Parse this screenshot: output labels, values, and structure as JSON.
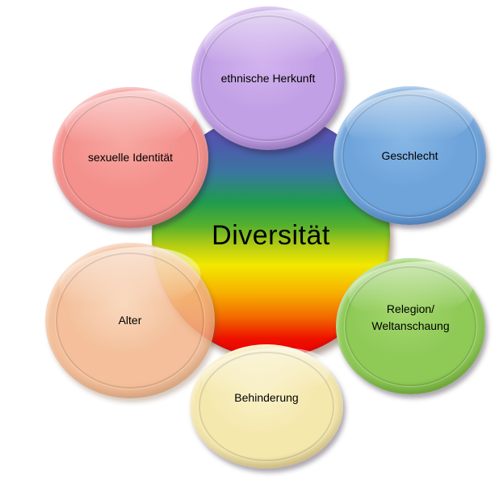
{
  "diagram": {
    "center": {
      "label": "Diversität",
      "gradient_colors": [
        "#6a50b8",
        "#4f58ae",
        "#3a76a0",
        "#1f9a4e",
        "#57b02d",
        "#b5cd14",
        "#f2e800",
        "#f6b200",
        "#f26c00",
        "#ee1100",
        "#e80000"
      ]
    },
    "nodes": [
      {
        "id": "ethnische-herkunft",
        "label": "ethnische Herkunft",
        "color": "#c2a0e5"
      },
      {
        "id": "geschlecht",
        "label": "Geschlecht",
        "color": "#6fa4db"
      },
      {
        "id": "relegion-weltanschaung",
        "label": "Relegion/\nWeltanschaung",
        "color": "#8fca57"
      },
      {
        "id": "behinderung",
        "label": "Behinderung",
        "color": "#f5e8ad"
      },
      {
        "id": "alter",
        "label": "Alter",
        "color": "#f2b387"
      },
      {
        "id": "sexuelle-identitaet",
        "label": "sexuelle Identität",
        "color": "#f4918d"
      }
    ],
    "background_color": "#ffffff",
    "text_color": "#000000"
  }
}
